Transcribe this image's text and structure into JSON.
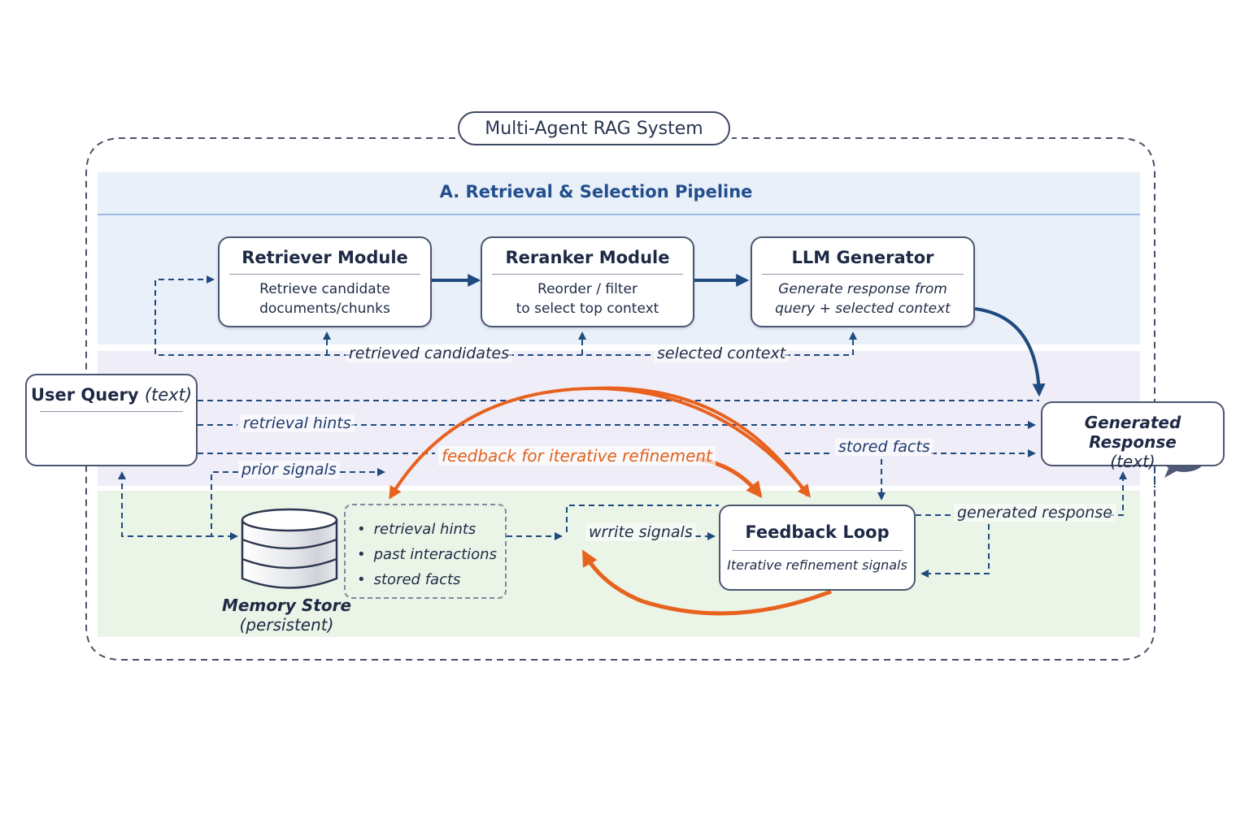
{
  "system": {
    "title": "Multi-Agent RAG System"
  },
  "sections": {
    "retrieval_title": "A. Retrieval & Selection Pipeline"
  },
  "modules": {
    "retriever": {
      "title": "Retriever Module",
      "desc_line1": "Retrieve candidate",
      "desc_line2": "documents/chunks"
    },
    "reranker": {
      "title": "Reranker Module",
      "desc_line1": "Reorder / filter",
      "desc_line2": "to select top context"
    },
    "llm": {
      "title": "LLM Generator",
      "desc_line1": "Generate response from",
      "desc_line2": "query + selected context"
    },
    "feedback": {
      "title": "Feedback Loop",
      "desc": "Iterative refinement signals"
    }
  },
  "user_query": {
    "title": "User Query",
    "title_suffix": "(text)",
    "icon": "user-icon"
  },
  "generated_response": {
    "title": "Generated Response",
    "subtitle": "(text)",
    "icon": "speech-bubble-icon"
  },
  "memory": {
    "title": "Memory Store",
    "subtitle": "(persistent)",
    "icon": "database-icon",
    "items": [
      "retrieval hints",
      "past interactions",
      "stored facts"
    ]
  },
  "edge_labels": {
    "retrieved_candidates": "retrieved candidates",
    "selected_context": "selected context",
    "retrieval_hints": "retrieval hints",
    "prior_signals": "prior signals",
    "feedback_refinement": "feedback for iterative refinement",
    "stored_facts": "stored facts",
    "write_signals": "wrrite signals",
    "generated_response": "generated response"
  },
  "colors": {
    "primary_arrow": "#1f4a7e",
    "feedback_arrow": "#e8621f",
    "retrieval_band": "#e9f0fa",
    "middle_band": "#efedf7",
    "memory_band": "#eaf4e7"
  }
}
